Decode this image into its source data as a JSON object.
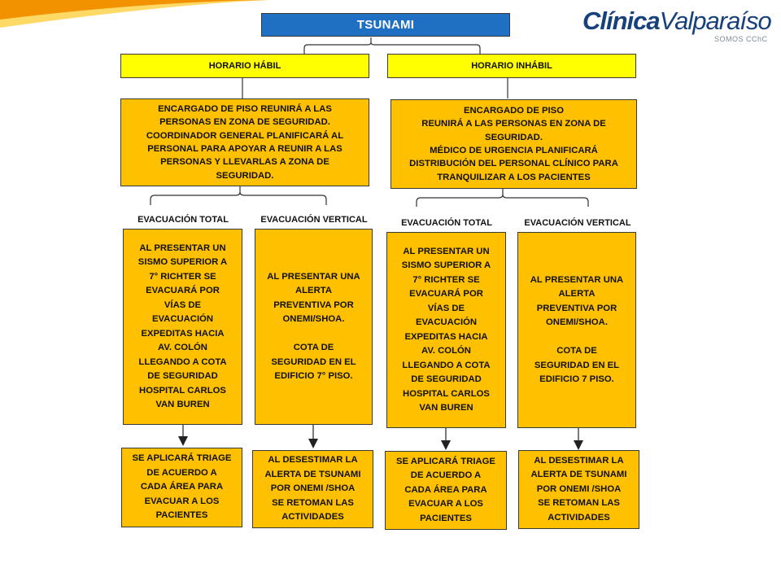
{
  "title": "TSUNAMI",
  "logo": {
    "name_part1": "Clínica",
    "name_part2": "Valparaíso",
    "tagline": "SOMOS CChC"
  },
  "horario_habil": {
    "label": "HORARIO HÁBIL",
    "action": "ENCARGADO DE PISO REUNIRÁ A LAS\nPERSONAS EN ZONA DE SEGURIDAD.\nCOORDINADOR GENERAL PLANIFICARÁ AL\nPERSONAL PARA APOYAR A REUNIR A LAS\nPERSONAS Y LLEVARLAS A ZONA DE\nSEGURIDAD.",
    "evac_total": {
      "label": "EVACUACIÓN TOTAL",
      "text": "AL PRESENTAR UN\nSISMO SUPERIOR A\n7° RICHTER SE\nEVACUARÁ POR\nVÍAS DE\nEVACUACIÓN\nEXPEDITAS HACIA\nAV. COLÓN\nLLEGANDO A COTA\nDE SEGURIDAD\nHOSPITAL CARLOS\nVAN BUREN",
      "result": "SE APLICARÁ TRIAGE\nDE ACUERDO A\nCADA ÁREA PARA\nEVACUAR A LOS\nPACIENTES"
    },
    "evac_vertical": {
      "label": "EVACUACIÓN VERTICAL",
      "text": "AL PRESENTAR UNA\nALERTA\nPREVENTIVA POR\nONEMI/SHOA.\n\nCOTA DE\nSEGURIDAD EN EL\nEDIFICIO 7° PISO.",
      "result": "AL DESESTIMAR LA\nALERTA DE TSUNAMI\nPOR ONEMI /SHOA\nSE RETOMAN LAS\nACTIVIDADES"
    }
  },
  "horario_inhabil": {
    "label": "HORARIO INHÁBIL",
    "action": "ENCARGADO DE PISO\nREUNIRÁ A LAS PERSONAS EN ZONA DE\nSEGURIDAD.\nMÉDICO DE URGENCIA PLANIFICARÁ\nDISTRIBUCIÓN DEL PERSONAL CLÍNICO PARA\nTRANQUILIZAR A LOS PACIENTES",
    "evac_total": {
      "label": "EVACUACIÓN TOTAL",
      "text": "AL PRESENTAR UN\nSISMO SUPERIOR A\n7° RICHTER SE\nEVACUARÁ POR\nVÍAS DE\nEVACUACIÓN\nEXPEDITAS HACIA\nAV. COLÓN\nLLEGANDO A COTA\nDE SEGURIDAD\nHOSPITAL CARLOS\nVAN BUREN",
      "result": "SE APLICARÁ TRIAGE\nDE ACUERDO A\nCADA ÁREA PARA\nEVACUAR A LOS\nPACIENTES"
    },
    "evac_vertical": {
      "label": "EVACUACIÓN VERTICAL",
      "text": "AL PRESENTAR UNA\nALERTA\nPREVENTIVA POR\nONEMI/SHOA.\n\nCOTA DE\nSEGURIDAD EN EL\nEDIFICIO 7 PISO.",
      "result": "AL DESESTIMAR LA\nALERTA DE TSUNAMI\nPOR ONEMI /SHOA\nSE RETOMAN LAS\nACTIVIDADES"
    }
  },
  "colors": {
    "title_box": "#1f6fc3",
    "schedule_box": "#ffff00",
    "action_box": "#ffc000",
    "swoosh_orange": "#f39200",
    "swoosh_yellow": "#ffcc33",
    "logo_blue": "#17417a"
  }
}
